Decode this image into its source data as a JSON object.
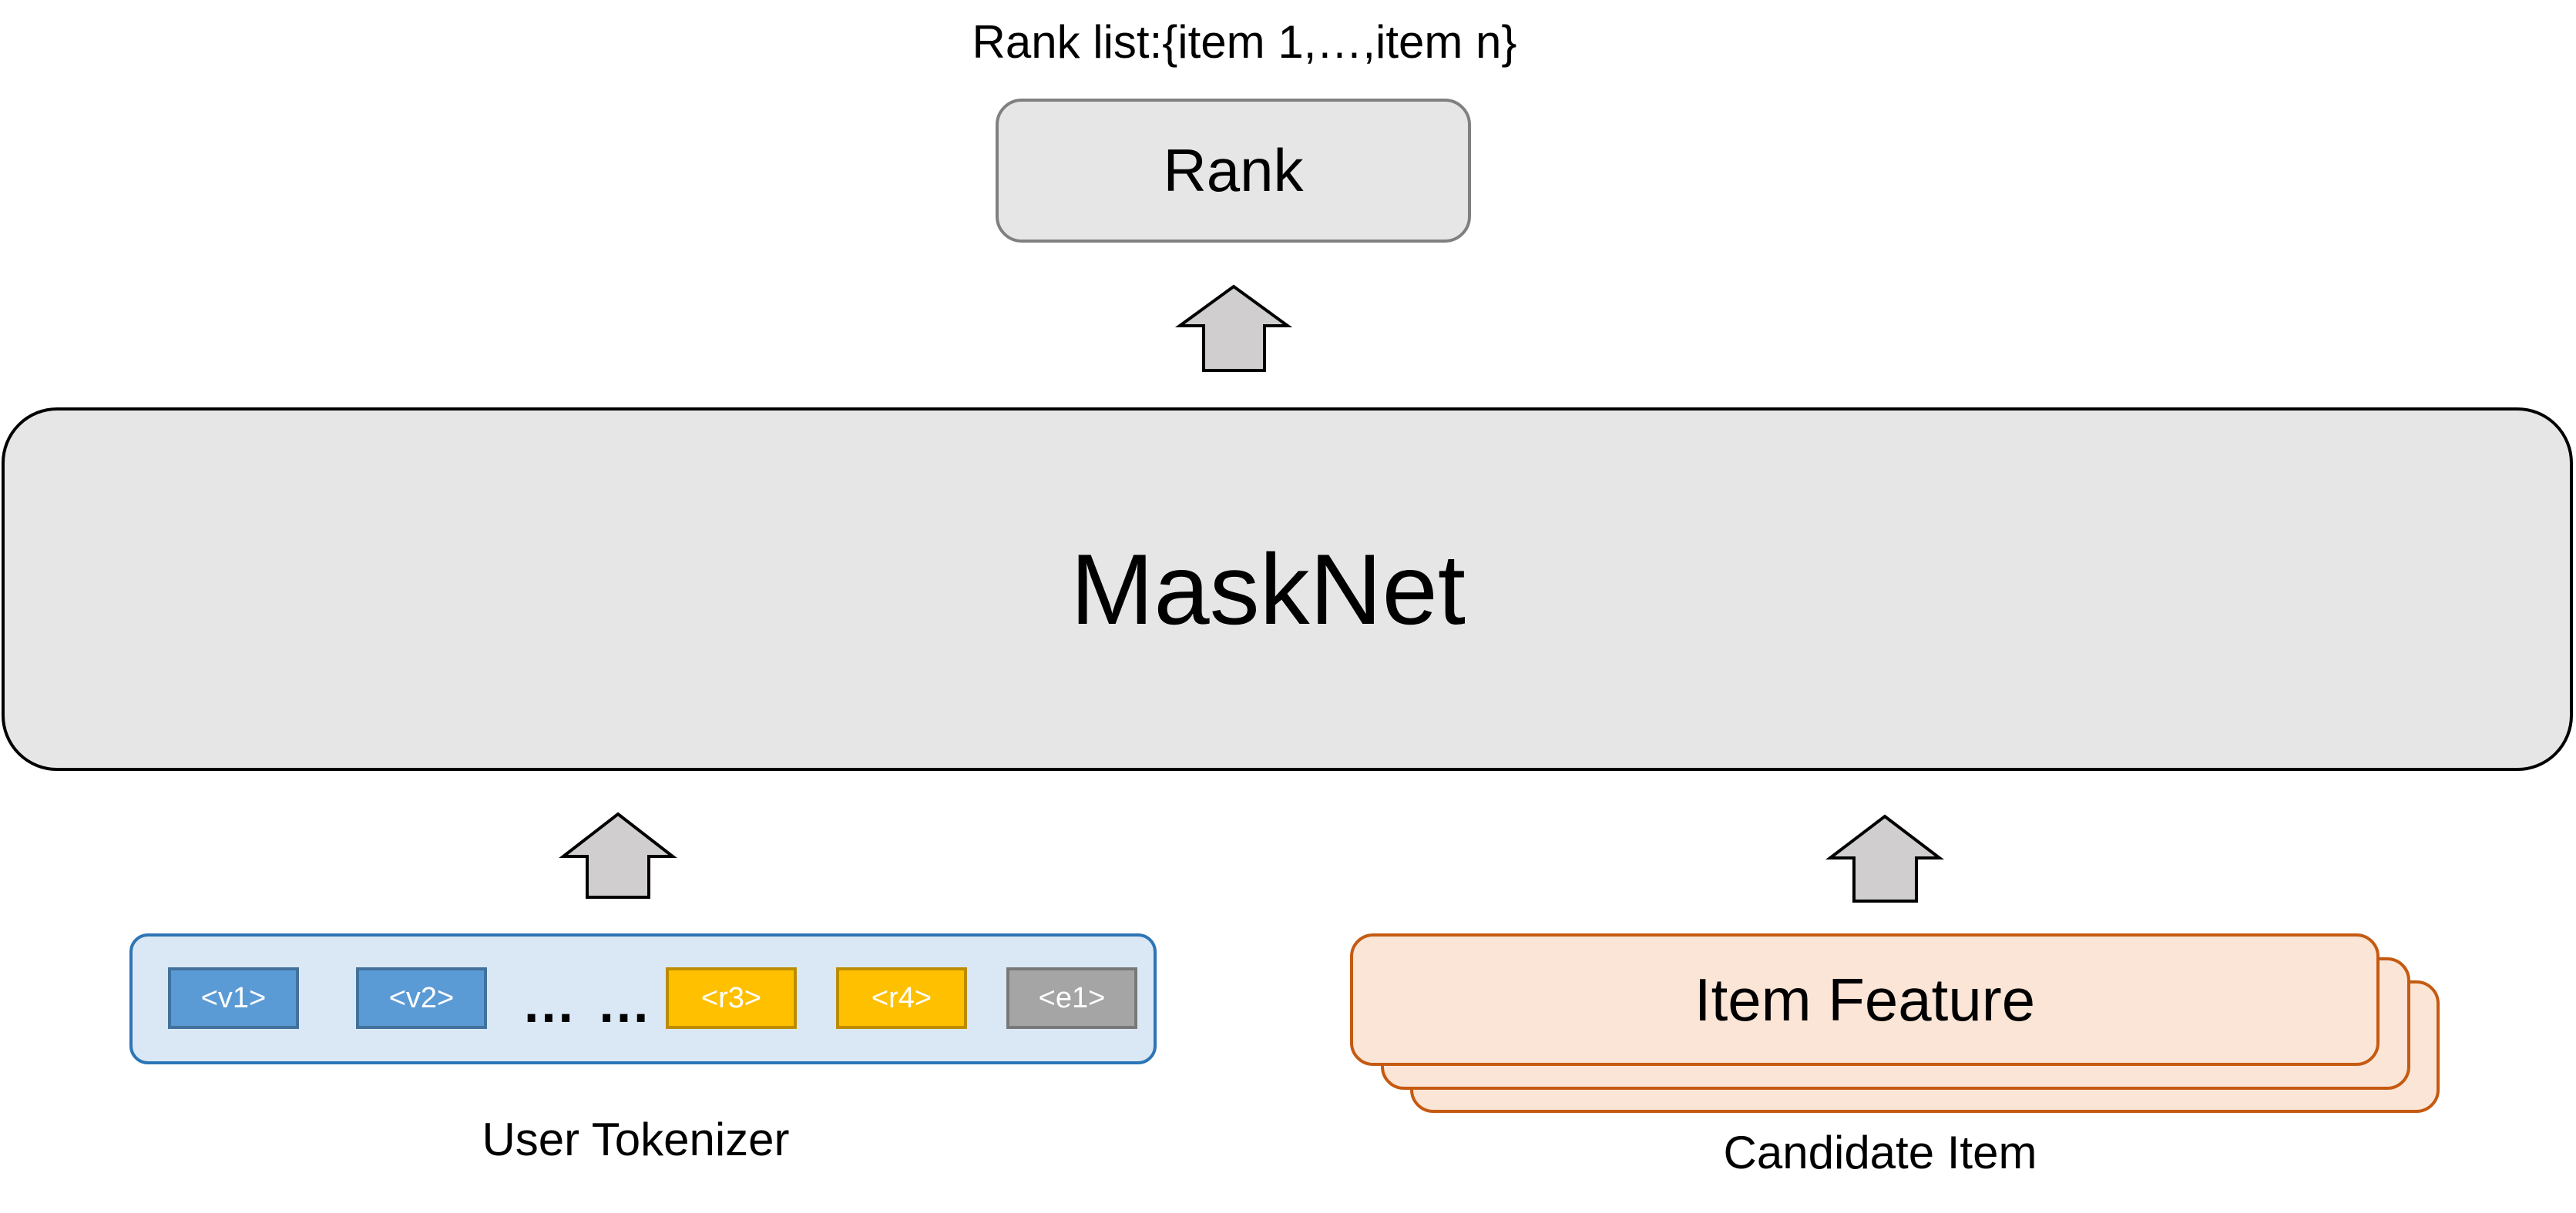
{
  "rank_list_caption": "Rank list:{item 1,…,item n}",
  "rank_label": "Rank",
  "masknet_label": "MaskNet",
  "user_tokenizer": {
    "tokens": [
      {
        "label": "<v1>",
        "color": "blue"
      },
      {
        "label": "<v2>",
        "color": "blue"
      },
      {
        "label": "<r3>",
        "color": "yellow"
      },
      {
        "label": "<r4>",
        "color": "yellow"
      },
      {
        "label": "<e1>",
        "color": "gray"
      }
    ],
    "ellipsis": "… …",
    "caption": "User Tokenizer"
  },
  "candidate_item": {
    "card_label": "Item Feature",
    "caption": "Candidate Item"
  },
  "colors": {
    "token_blue": "#5b9bd5",
    "token_yellow": "#ffc000",
    "token_gray": "#a5a5a5",
    "user_container_fill": "#dae8f5",
    "item_fill": "#fbe5d6",
    "item_border": "#c55a11",
    "block_fill": "#e6e6e6",
    "arrow_fill": "#d0cece"
  }
}
